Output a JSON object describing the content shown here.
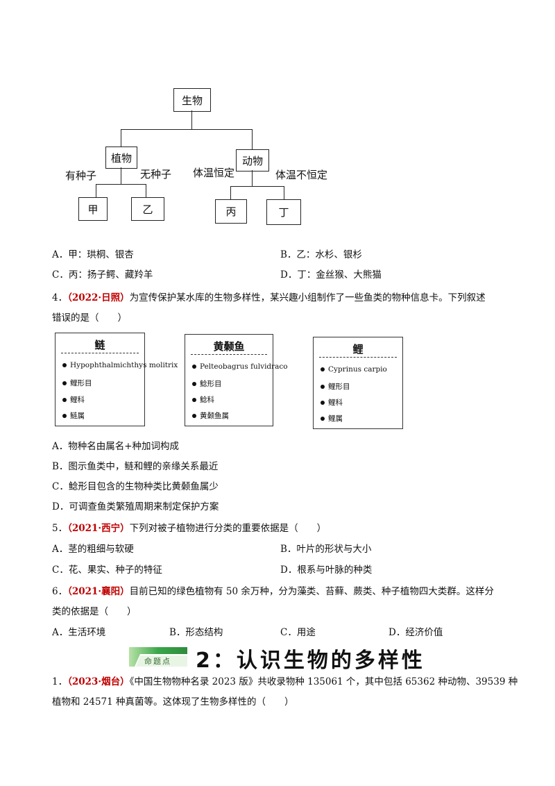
{
  "diagram": {
    "root": "生物",
    "plant": "植物",
    "animal": "动物",
    "plant_left_label": "有种子",
    "plant_right_label": "无种子",
    "animal_left_label": "体温恒定",
    "animal_right_label": "体温不恒定",
    "leaf_a": "甲",
    "leaf_b": "乙",
    "leaf_c": "丙",
    "leaf_d": "丁"
  },
  "q3_options": {
    "A": "A．甲：珙桐、银杏",
    "B": "B．乙：水杉、银杉",
    "C": "C．丙：扬子鳄、藏羚羊",
    "D": "D．丁：金丝猴、大熊猫"
  },
  "q4": {
    "num": "4．",
    "source": "（2022·日照）",
    "text1": "为宣传保护某水库的生物多样性，某兴趣小组制作了一些鱼类的物种信息卡。下列叙述",
    "text2": "错误的是（　　）",
    "cards": [
      {
        "title": "鲢",
        "rows": [
          "Hypophthalmichthys molitrix",
          "鲤形目",
          "鲤科",
          "鲢属"
        ]
      },
      {
        "title": "黄颡鱼",
        "rows": [
          "Pelteobagrus fulvidraco",
          "鲶形目",
          "鲶科",
          "黄颡鱼属"
        ]
      },
      {
        "title": "鲤",
        "rows": [
          "Cyprinus carpio",
          "鲤形目",
          "鲤科",
          "鲤属"
        ]
      }
    ],
    "options": {
      "A": "A．物种名由属名+种加词构成",
      "B": "B．图示鱼类中，鲢和鲤的亲缘关系最近",
      "C": "C．鲶形目包含的生物种类比黄颡鱼属少",
      "D": "D．可调查鱼类繁殖周期来制定保护方案"
    }
  },
  "q5": {
    "num": "5．",
    "source": "（2021·西宁）",
    "text": "下列对被子植物进行分类的重要依据是（　　）",
    "options": {
      "A": "A．茎的粗细与软硬",
      "B": "B．叶片的形状与大小",
      "C": "C．花、果实、种子的特征",
      "D": "D．根系与叶脉的种类"
    }
  },
  "q6": {
    "num": "6．",
    "source": "（2021·襄阳）",
    "text1": "目前已知的绿色植物有 50 余万种，分为藻类、苔藓、蕨类、种子植物四大类群。这样分",
    "text2": "类的依据是（　　）",
    "options": {
      "A": "A．生活环境",
      "B": "B．形态结构",
      "C": "C．用途",
      "D": "D．经济价值"
    }
  },
  "section": {
    "tag": "命题点",
    "title": "2：认识生物的多样性"
  },
  "s2q1": {
    "num": "1．",
    "source": "（2023·烟台）",
    "text1": "《中国生物物种名录 2023 版》共收录物种 135061 个，其中包括 65362 种动物、39539 种",
    "text2": "植物和 24571 种真菌等。这体现了生物多样性的（　　）"
  },
  "colors": {
    "source": "#c00000",
    "heading_bar": "#3aa64a"
  }
}
